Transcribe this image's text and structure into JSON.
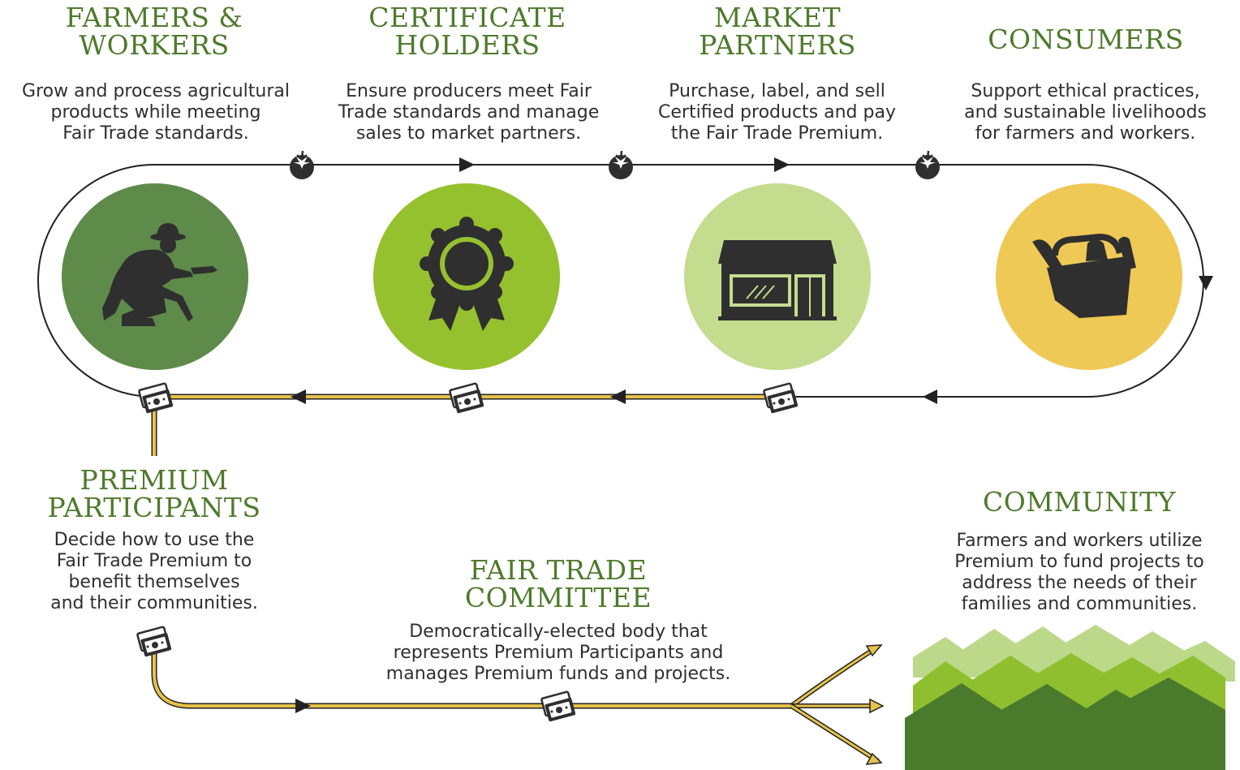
{
  "stages": [
    {
      "title": "FARMERS &\nWORKERS",
      "desc": "Grow and process agricultural\nproducts while meeting\nFair Trade standards.",
      "circle_color": "#5e8a4a",
      "icon": "farmer-icon"
    },
    {
      "title": "CERTIFICATE\nHOLDERS",
      "desc": "Ensure producers meet Fair\nTrade standards and manage\nsales to market partners.",
      "circle_color": "#95c12f",
      "icon": "award-ribbon-icon"
    },
    {
      "title": "MARKET\nPARTNERS",
      "desc": "Purchase, label, and sell\nCertified products and pay\nthe Fair Trade Premium.",
      "circle_color": "#c4dc8e",
      "icon": "storefront-icon"
    },
    {
      "title": "CONSUMERS",
      "desc": "Support ethical practices,\nand sustainable livelihoods\nfor farmers and workers.",
      "circle_color": "#efc955",
      "icon": "grocery-basket-icon"
    }
  ],
  "premium": {
    "title": "PREMIUM\nPARTICIPANTS",
    "desc": "Decide how to use the\nFair Trade Premium to\nbenefit themselves\nand their communities."
  },
  "committee": {
    "title": "FAIR TRADE\nCOMMITTEE",
    "desc": "Democratically-elected body that\nrepresents Premium Participants and\nmanages Premium funds and projects."
  },
  "community": {
    "title": "COMMUNITY",
    "desc": "Farmers and workers utilize\nPremium to fund projects to\naddress the needs of their\nfamilies and communities.",
    "icon": "houses-icon"
  },
  "colors": {
    "title_green": "#4e7a2b",
    "line": "#222222",
    "premium_line": "#e6c24a",
    "house_light": "#bcd98a",
    "house_mid": "#8fbf2f",
    "house_dark": "#4a7a2c"
  },
  "icons": {
    "product": "tomato-icon",
    "premium_money": "money-bills-icon",
    "arrow": "arrowhead-icon"
  }
}
